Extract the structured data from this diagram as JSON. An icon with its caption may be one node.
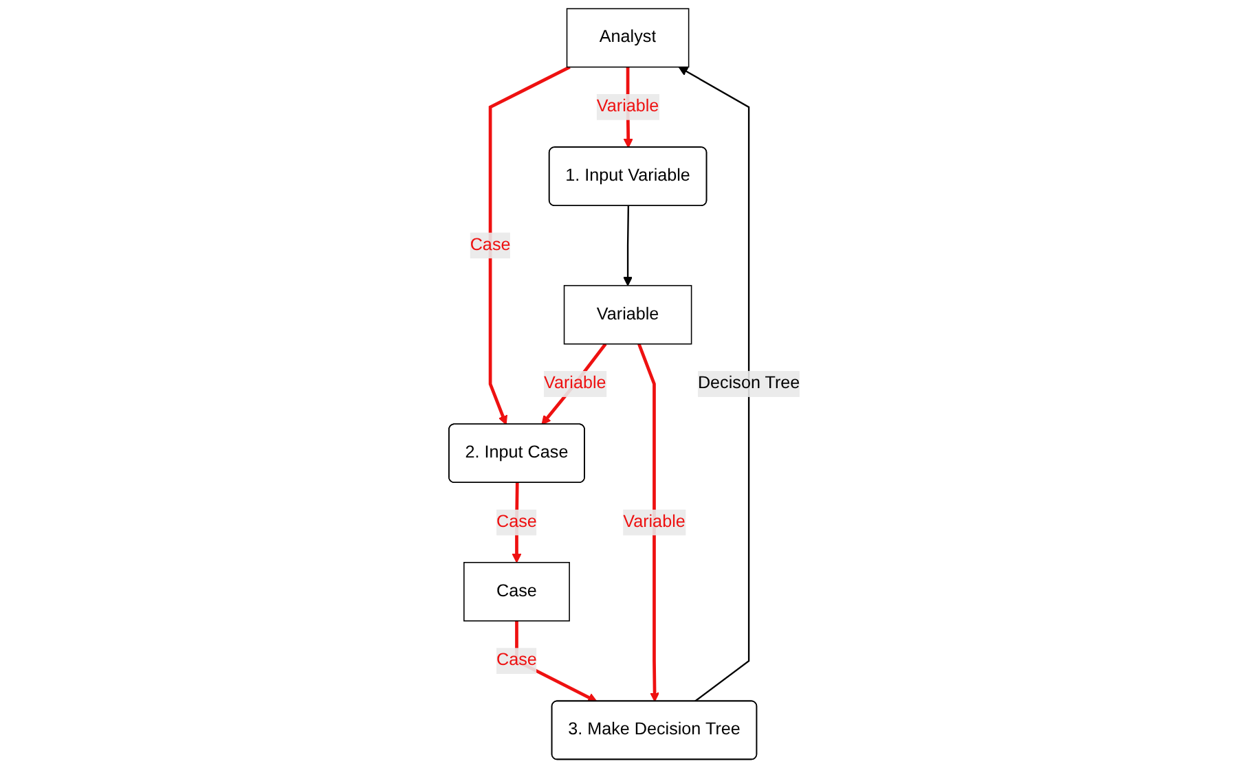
{
  "diagram": {
    "nodes": [
      {
        "text": [
          "Analyst"
        ]
      },
      {
        "text": [
          "1. Input Variable"
        ]
      },
      {
        "text": [
          "2. Input Case"
        ]
      },
      {
        "text": [
          "Case"
        ]
      },
      {
        "text": [
          "3. Make Decision Tree"
        ]
      },
      {
        "text": [
          "Variable"
        ]
      }
    ],
    "edges": [
      {
        "from": 0,
        "to": 1,
        "arrow": "to",
        "label": "Variable"
      },
      {
        "from": 0,
        "to": 2,
        "arrow": "to",
        "label": "Case"
      },
      {
        "from": 2,
        "to": 3,
        "arrow": "to",
        "label": "Case"
      },
      {
        "from": 1,
        "to": 5,
        "arrow": "to",
        "color": "#000000"
      },
      {
        "from": 5,
        "to": 2,
        "arrow": "to",
        "label": "Variable"
      },
      {
        "from": 3,
        "to": 4,
        "arrow": "to",
        "label": "Case"
      },
      {
        "from": 5,
        "to": 4,
        "arrow": "to",
        "label": "Variable"
      },
      {
        "from": 4,
        "to": 0,
        "arrow": "to",
        "label": "Decison Tree",
        "color": "#000000"
      }
    ]
  }
}
